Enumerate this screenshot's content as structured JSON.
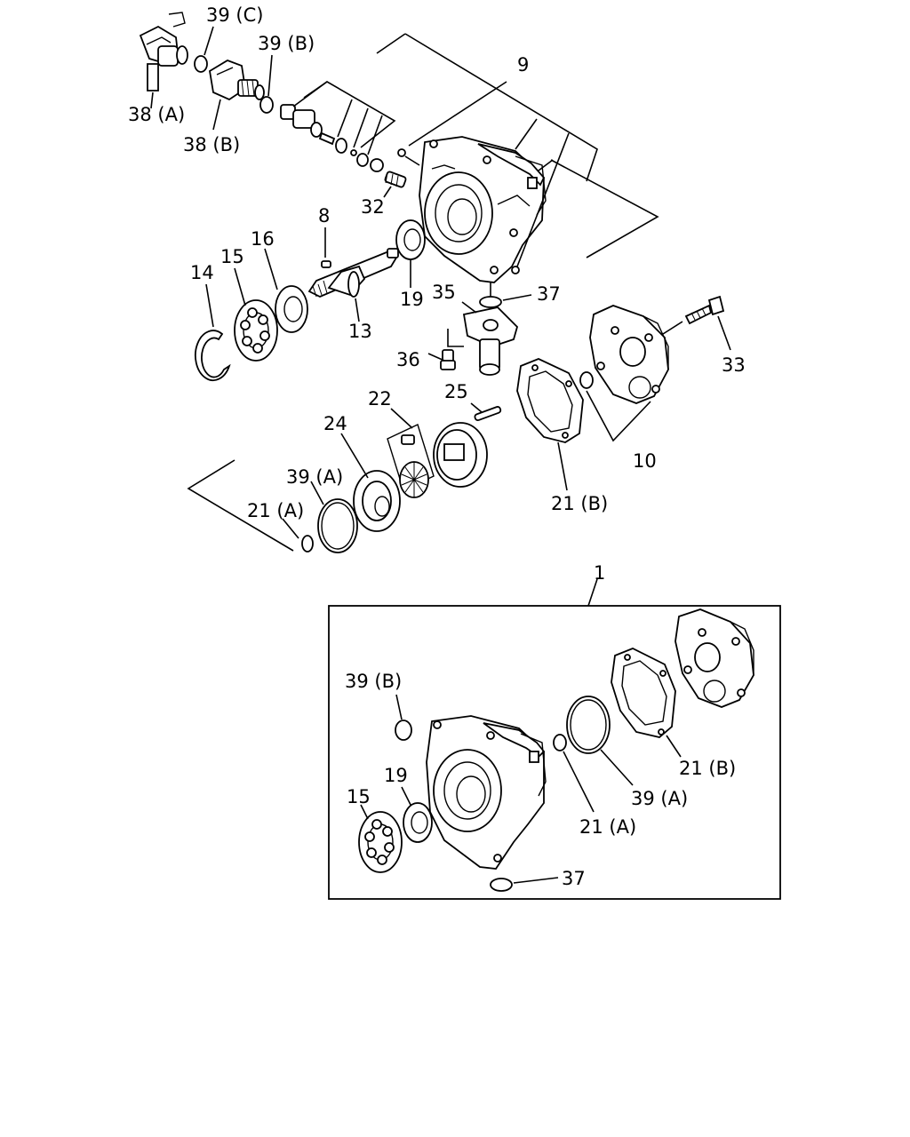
{
  "callouts": {
    "c38a": "38 (A)",
    "c39c": "39 (C)",
    "c39b": "39 (B)",
    "c38b": "38 (B)",
    "c9": "9",
    "c32": "32",
    "c8": "8",
    "c16": "16",
    "c15": "15",
    "c14": "14",
    "c19": "19",
    "c13": "13",
    "c35": "35",
    "c37": "37",
    "c36": "36",
    "c33": "33",
    "c25": "25",
    "c22": "22",
    "c24": "24",
    "c39a": "39 (A)",
    "c21a": "21 (A)",
    "c21b": "21 (B)",
    "c10": "10",
    "c1": "1"
  },
  "kit": {
    "c39b": "39 (B)",
    "c19": "19",
    "c15": "15",
    "c21b": "21 (B)",
    "c39a": "39 (A)",
    "c21a": "21 (A)",
    "c37": "37"
  }
}
